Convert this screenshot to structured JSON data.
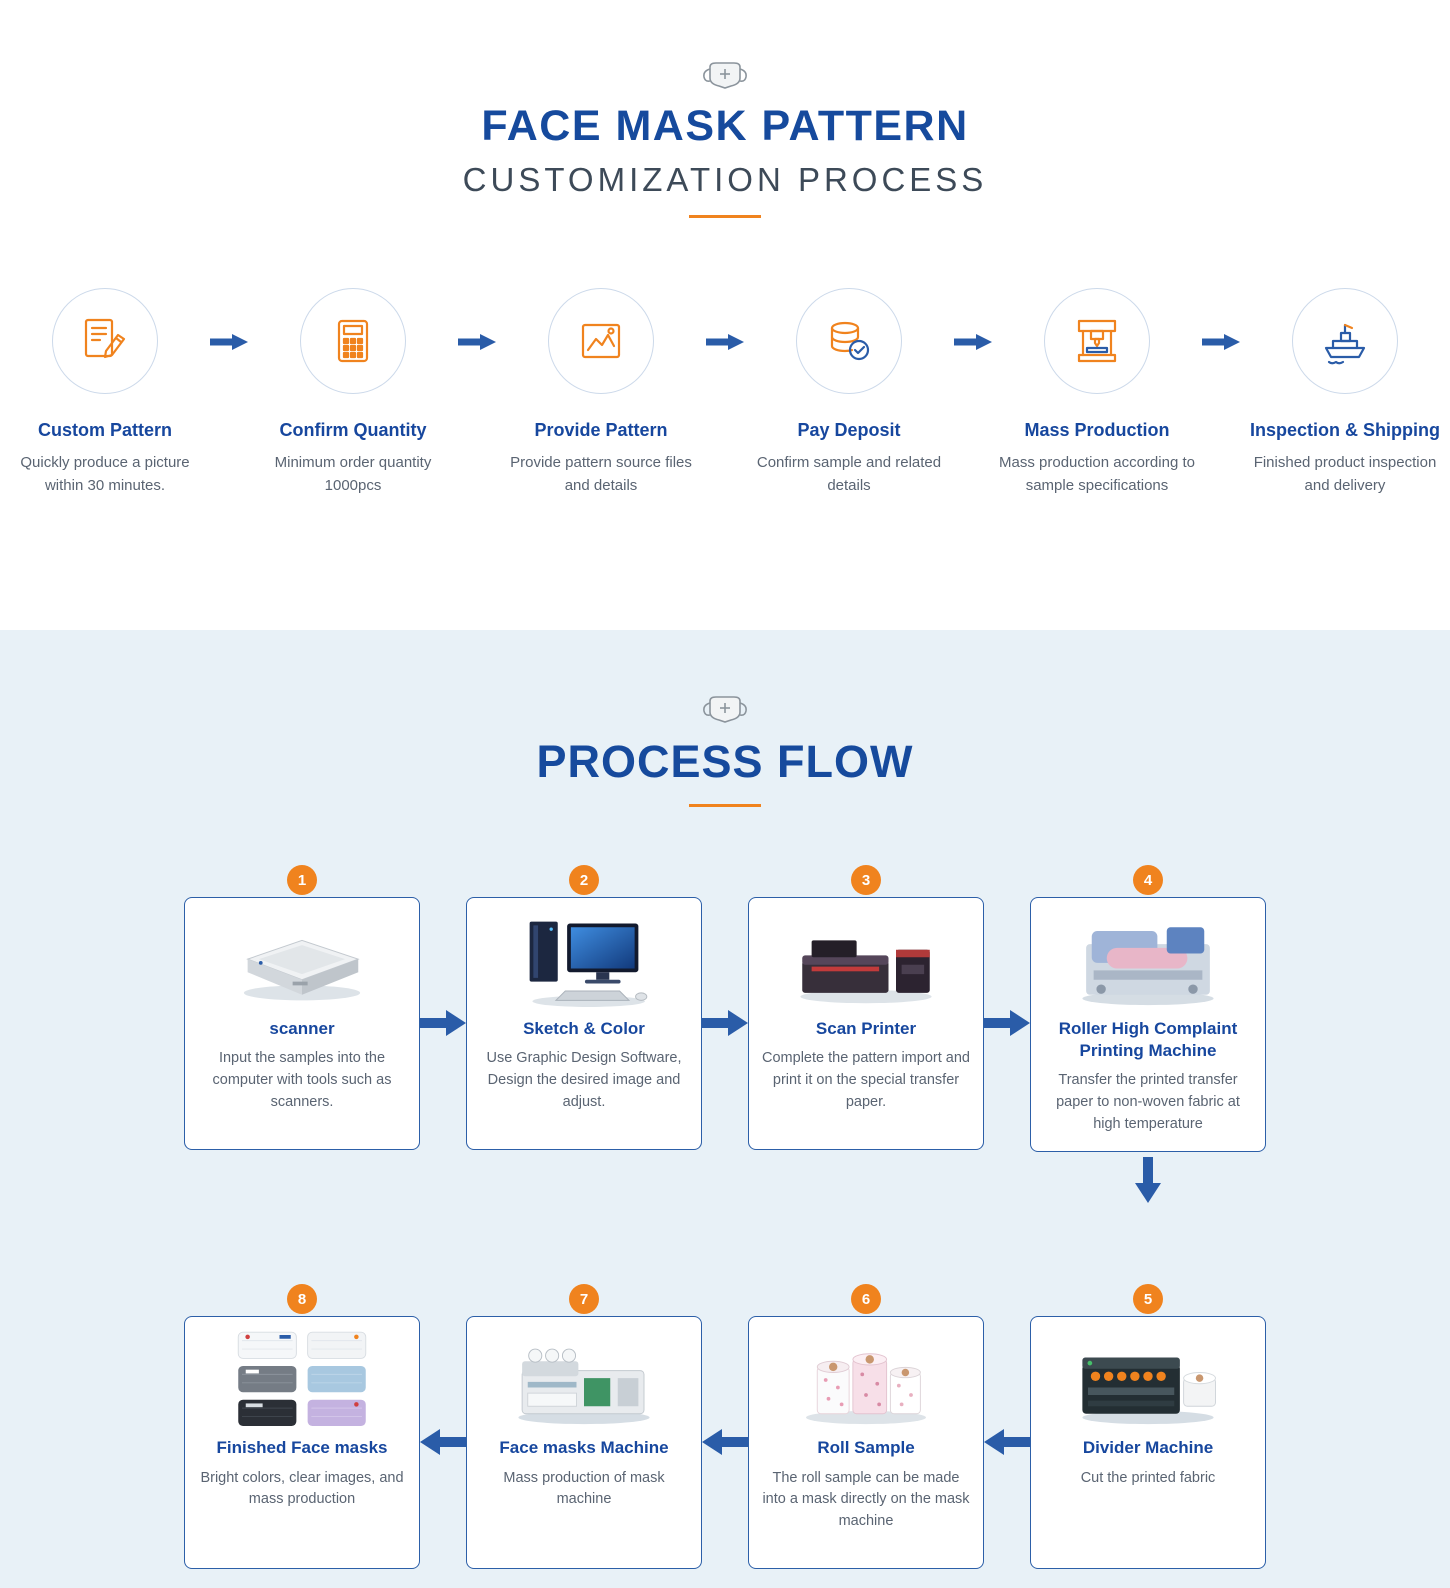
{
  "colors": {
    "title_blue": "#164a9d",
    "subtitle_dark": "#3d4a58",
    "accent_orange": "#f0831e",
    "arrow_blue": "#2a5ca8",
    "section_bg": "#e8f1f7",
    "card_border": "#2c5fa8",
    "desc_gray": "#5a6472"
  },
  "header": {
    "logo_icon": "face-mask-icon",
    "title": "FACE MASK PATTERN",
    "subtitle": "CUSTOMIZATION PROCESS"
  },
  "steps": [
    {
      "title": "Custom Pattern",
      "desc": "Quickly produce a picture within 30 minutes.",
      "icon": "document-pencil-icon"
    },
    {
      "title": "Confirm Quantity",
      "desc": "Minimum order quantity 1000pcs",
      "icon": "calculator-icon"
    },
    {
      "title": "Provide Pattern",
      "desc": "Provide pattern source files and details",
      "icon": "picture-icon"
    },
    {
      "title": "Pay Deposit",
      "desc": "Confirm sample and related details",
      "icon": "coins-check-icon"
    },
    {
      "title": "Mass Production",
      "desc": "Mass production according to sample specifications",
      "icon": "production-machine-icon"
    },
    {
      "title": "Inspection & Shipping",
      "desc": "Finished product inspection and delivery",
      "icon": "cargo-ship-icon"
    }
  ],
  "flow": {
    "logo_icon": "face-mask-icon",
    "title": "PROCESS FLOW",
    "cards": [
      {
        "num": "1",
        "title": "scanner",
        "desc": "Input the samples into the computer with tools such as scanners.",
        "image": "scanner-photo"
      },
      {
        "num": "2",
        "title": "Sketch & Color",
        "desc": "Use Graphic Design Software, Design the desired image and adjust.",
        "image": "computer-photo"
      },
      {
        "num": "3",
        "title": "Scan Printer",
        "desc": "Complete the pattern import and print it on the special transfer paper.",
        "image": "scan-printer-photo"
      },
      {
        "num": "4",
        "title": "Roller High Complaint Printing Machine",
        "desc": "Transfer the printed transfer paper to non-woven fabric at high temperature",
        "image": "roller-printing-machine-photo"
      },
      {
        "num": "5",
        "title": "Divider Machine",
        "desc": "Cut the printed fabric",
        "image": "divider-machine-photo"
      },
      {
        "num": "6",
        "title": "Roll Sample",
        "desc": "The roll sample can be made into a mask directly on the mask machine",
        "image": "roll-sample-photo"
      },
      {
        "num": "7",
        "title": "Face masks Machine",
        "desc": "Mass production of mask machine",
        "image": "face-mask-machine-photo"
      },
      {
        "num": "8",
        "title": "Finished Face masks",
        "desc": "Bright colors, clear images, and mass production",
        "image": "finished-masks-photo"
      }
    ]
  }
}
